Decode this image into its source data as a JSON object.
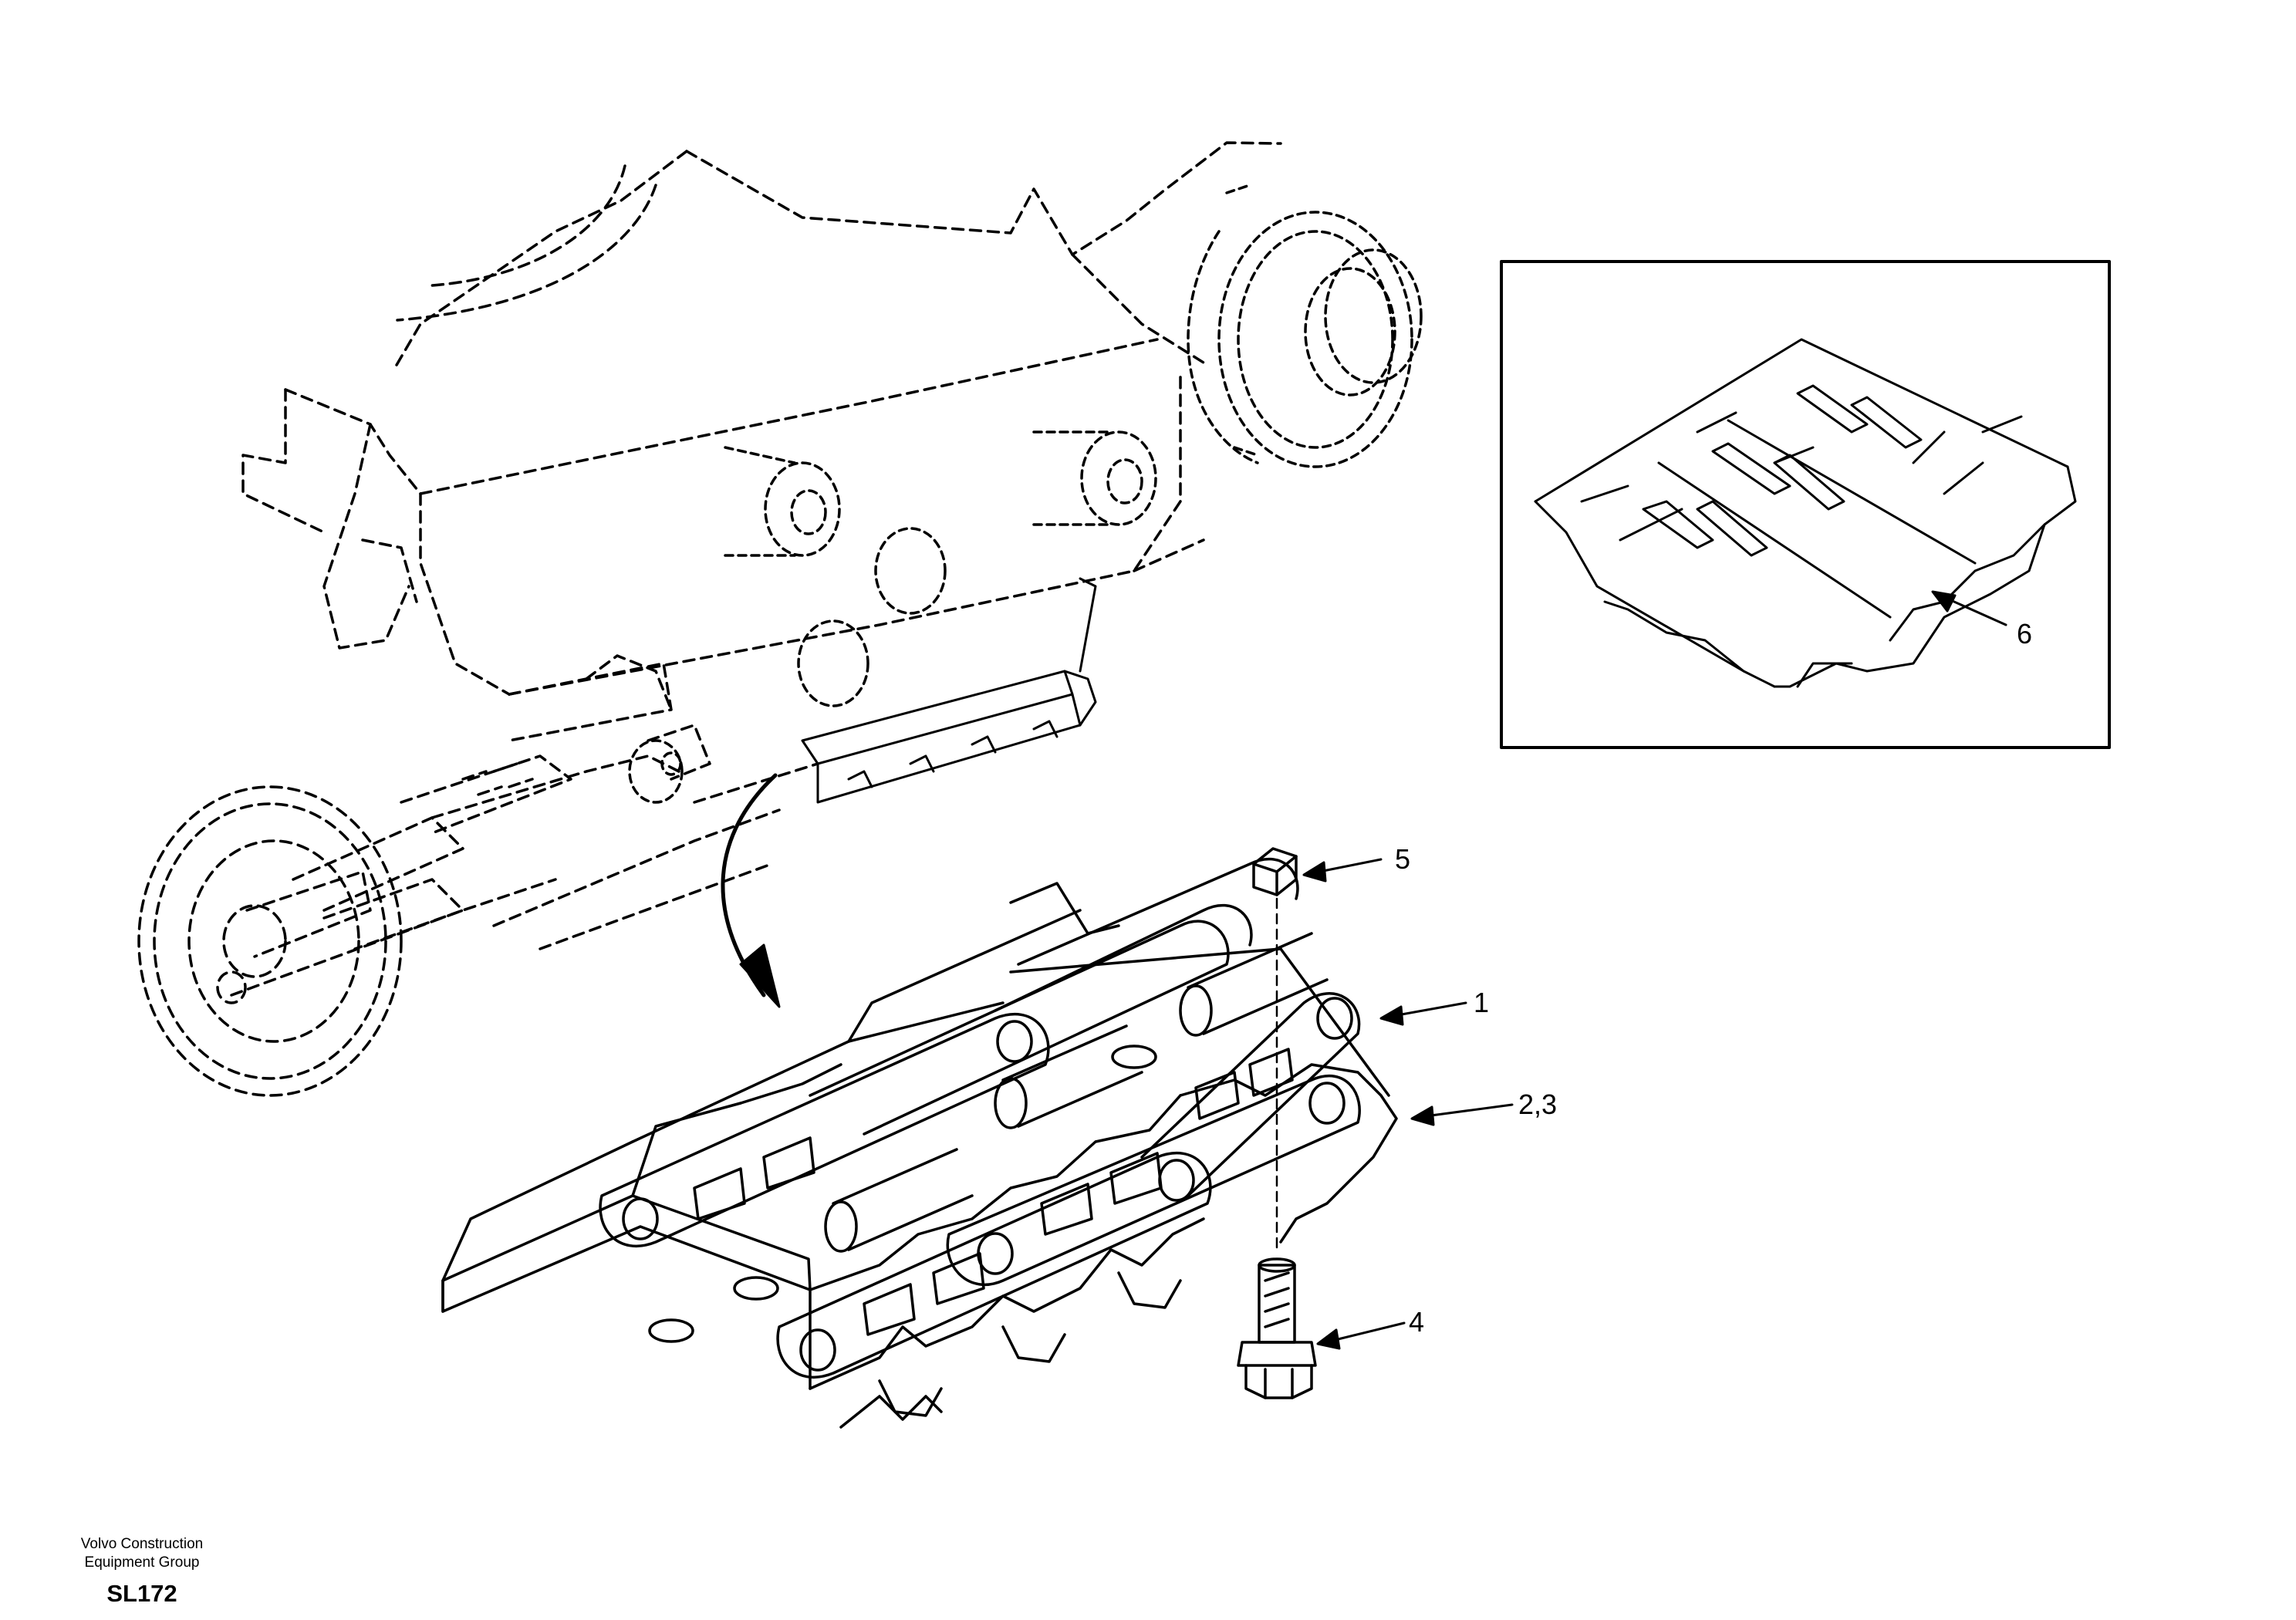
{
  "callouts": {
    "c1": "1",
    "c23": "2,3",
    "c4": "4",
    "c5": "5",
    "c6": "6"
  },
  "footer": {
    "org_line1": "Volvo Construction",
    "org_line2": "Equipment Group",
    "code": "SL172"
  }
}
